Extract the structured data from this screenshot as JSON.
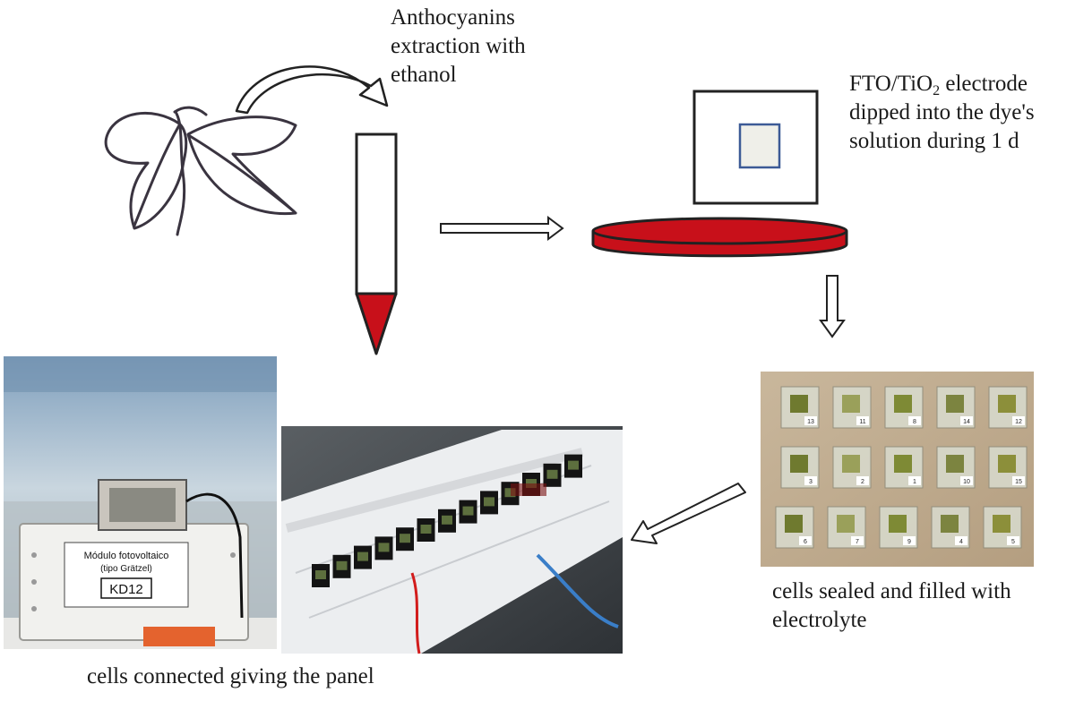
{
  "labels": {
    "extraction_line1": "Anthocyanins",
    "extraction_line2": "extraction with",
    "extraction_line3": "ethanol",
    "electrode_prefix": "FTO/TiO",
    "electrode_sub": "2",
    "electrode_suffix": " electrode",
    "electrode_line2": "dipped into the dye's",
    "electrode_line3": "solution during 1 d",
    "sealed_line1": "cells sealed and filled with",
    "sealed_line2": "electrolyte",
    "panel": "cells connected giving the panel"
  },
  "photo_module": {
    "sign_line1": "Módulo fotovoltaico",
    "sign_line2": "(tipo Grätzel)",
    "sign_code": "KD12"
  },
  "photo_cells": {
    "numbers": [
      "13",
      "11",
      "8",
      "14",
      "12",
      "3",
      "2",
      "1",
      "10",
      "15",
      "6",
      "7",
      "9",
      "4",
      "5"
    ]
  },
  "colors": {
    "dye_red": "#c8101a",
    "electrode_border": "#3c5a96",
    "electrode_fill": "#efefe9"
  }
}
